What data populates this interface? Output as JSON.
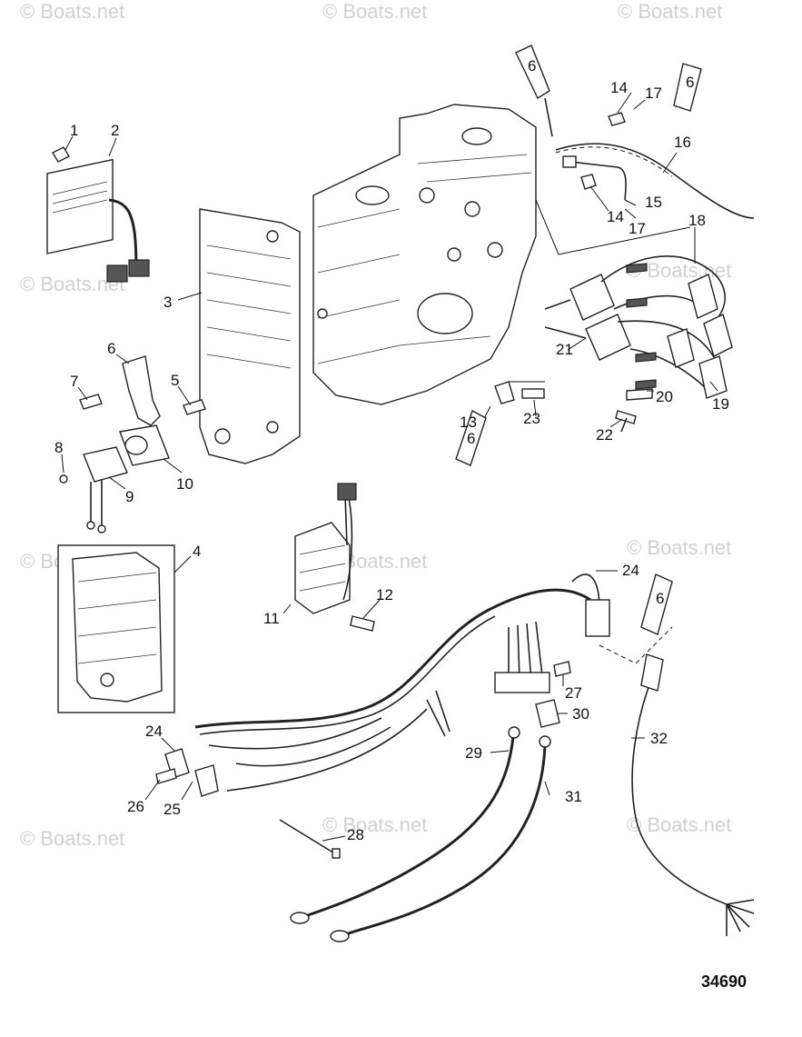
{
  "watermark": "© Boats.net",
  "drawing_number": "34690",
  "tube_label": "6",
  "callouts": [
    "1",
    "2",
    "3",
    "4",
    "5",
    "6",
    "7",
    "8",
    "9",
    "10",
    "11",
    "12",
    "13",
    "14",
    "14",
    "15",
    "16",
    "17",
    "17",
    "18",
    "19",
    "20",
    "21",
    "22",
    "23",
    "24",
    "24",
    "25",
    "26",
    "27",
    "28",
    "29",
    "30",
    "31",
    "32"
  ]
}
